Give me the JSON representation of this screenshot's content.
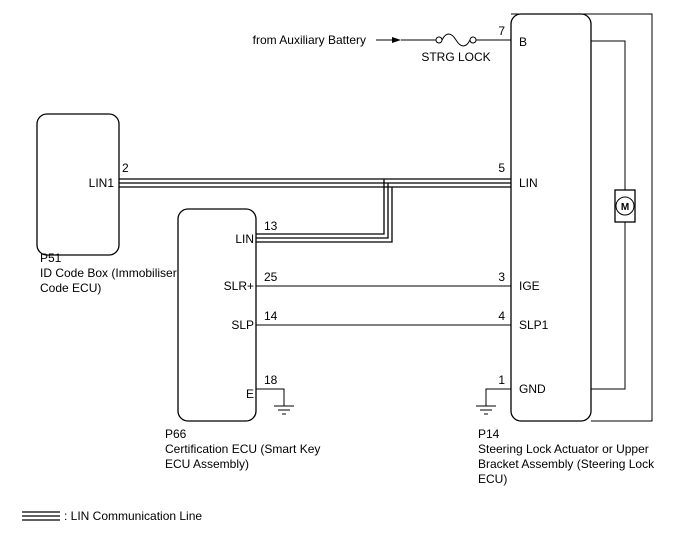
{
  "components": {
    "id_code_box": {
      "ref": "P51",
      "name_line1": "ID Code Box (Immobiliser",
      "name_line2": "Code ECU)"
    },
    "certification_ecu": {
      "ref": "P66",
      "name_line1": "Certification ECU (Smart Key",
      "name_line2": "ECU Assembly)"
    },
    "steering_lock": {
      "ref": "P14",
      "name_line1": "Steering Lock Actuator or Upper",
      "name_line2": "Bracket Assembly (Steering Lock",
      "name_line3": "ECU)"
    }
  },
  "terminals": {
    "lin1": {
      "label": "LIN1",
      "pin": "2"
    },
    "cert_lin": {
      "label": "LIN",
      "pin": "13"
    },
    "slr": {
      "label": "SLR+",
      "pin": "25"
    },
    "slp": {
      "label": "SLP",
      "pin": "14"
    },
    "cert_e": {
      "label": "E",
      "pin": "18"
    },
    "lock_b": {
      "label": "B",
      "pin": "7"
    },
    "lock_lin": {
      "label": "LIN",
      "pin": "5"
    },
    "lock_ige": {
      "label": "IGE",
      "pin": "3"
    },
    "lock_slp1": {
      "label": "SLP1",
      "pin": "4"
    },
    "lock_gnd": {
      "label": "GND",
      "pin": "1"
    }
  },
  "power": {
    "source": "from Auxiliary Battery",
    "fuse": "STRG LOCK"
  },
  "motor": {
    "symbol": "M"
  },
  "legend": {
    "text": ": LIN Communication Line"
  }
}
